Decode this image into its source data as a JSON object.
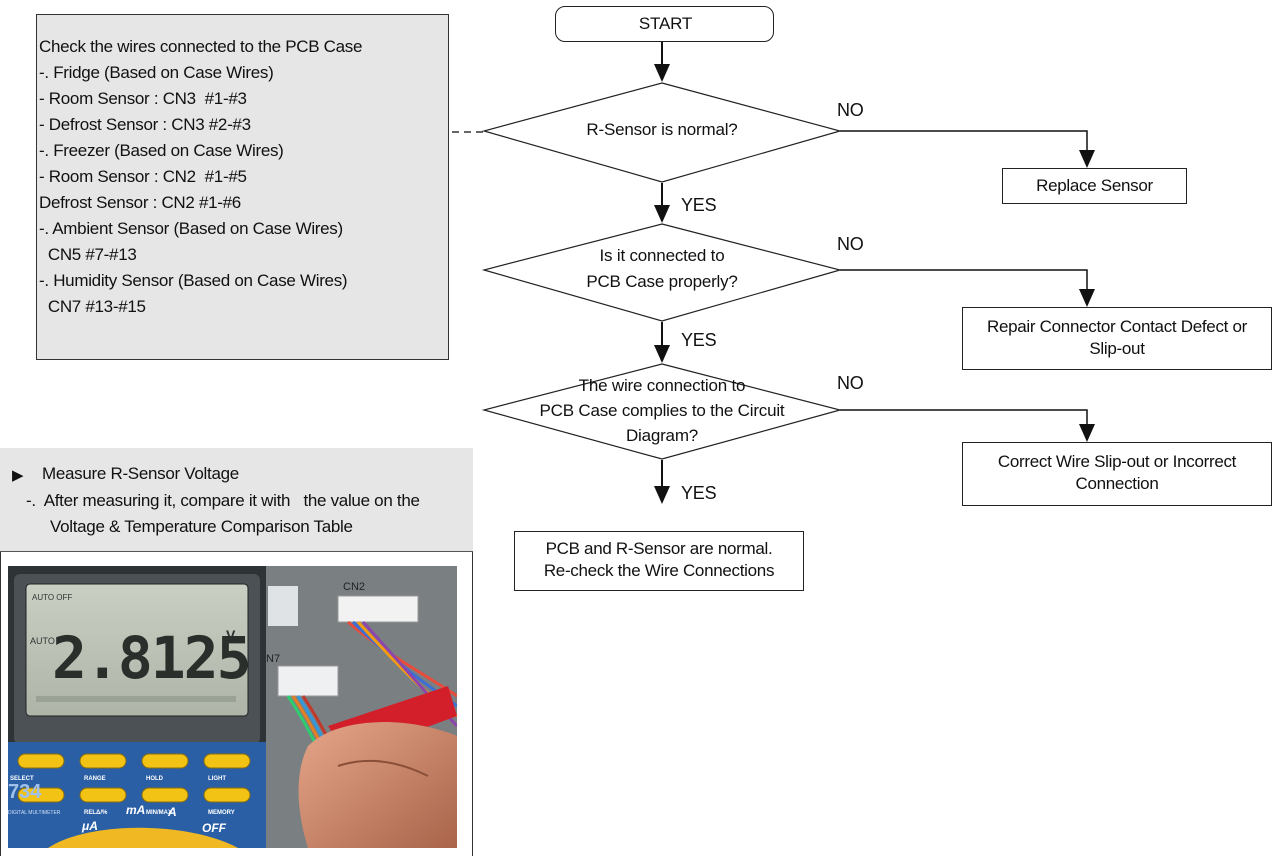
{
  "wires_box": {
    "lines": [
      "Check the wires connected to the PCB Case",
      "-. Fridge (Based on Case Wires)",
      "- Room Sensor : CN3  #1-#3",
      "- Defrost Sensor : CN3 #2-#3",
      "-. Freezer (Based on Case Wires)",
      "- Room Sensor : CN2  #1-#5",
      "Defrost Sensor : CN2 #1-#6",
      "-. Ambient Sensor (Based on Case Wires)",
      "  CN5 #7-#13",
      "-. Humidity Sensor (Based on Case Wires)",
      "  CN7 #13-#15"
    ]
  },
  "measure": {
    "bullet": "▶",
    "title": "Measure R-Sensor Voltage",
    "line1": "-.  After measuring it, compare it with   the value on the",
    "line2": "Voltage & Temperature Comparison Table"
  },
  "meter": {
    "auto_off": "AUTO OFF",
    "reading": "2.8125",
    "unit": "V",
    "auto": "AUTO",
    "buttons": [
      "SELECT",
      "RANGE",
      "HOLD",
      "LIGHT"
    ],
    "buttons2": [
      "RELΔ/%",
      "MIN/MAX",
      "MEMORY"
    ],
    "model": "734",
    "brand": "DIGITAL MULTIMETER",
    "dial": [
      "μA",
      "mA",
      "A",
      "OFF"
    ],
    "connector_labels": [
      "CN2",
      "N7"
    ]
  },
  "flow": {
    "start": "START",
    "d1": "R-Sensor is normal?",
    "d2_l1": "Is it connected to",
    "d2_l2": "PCB Case properly?",
    "d3_l1": "The wire connection to",
    "d3_l2": "PCB Case complies to the Circuit",
    "d3_l3": "Diagram?",
    "no": "NO",
    "yes": "YES",
    "r1": "Replace Sensor",
    "r2_l1": "Repair Connector Contact Defect or",
    "r2_l2": "Slip-out",
    "r3_l1": "Correct Wire Slip-out or Incorrect",
    "r3_l2": "Connection",
    "end_l1": "PCB and R-Sensor are normal.",
    "end_l2": "Re-check the Wire Connections"
  }
}
